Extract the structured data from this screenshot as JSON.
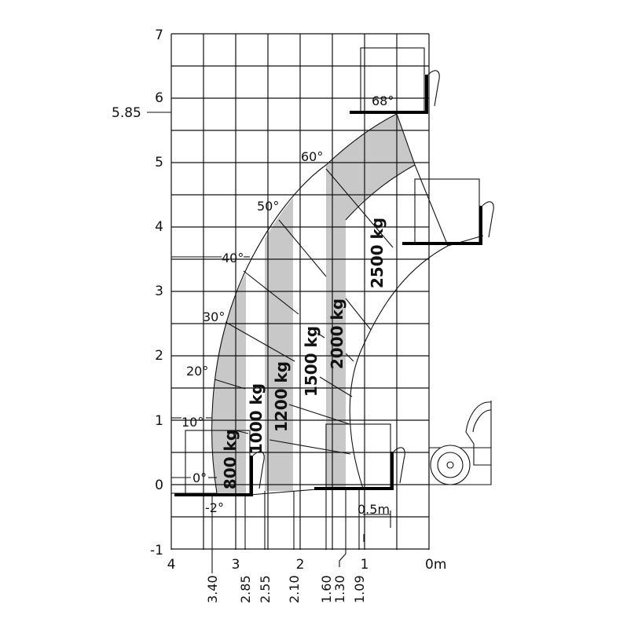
{
  "y_axis": {
    "ticks": [
      "7",
      "6",
      "5",
      "4",
      "3",
      "2",
      "1",
      "0",
      "-1"
    ],
    "max_height_label": "5.85"
  },
  "x_axis": {
    "ticks": [
      "4",
      "3",
      "2",
      "1",
      "0m"
    ]
  },
  "reach_marks": [
    "3.40",
    "2.85",
    "2.55",
    "2.10",
    "1.60",
    "1.30",
    "1.09"
  ],
  "angles": [
    "68°",
    "60°",
    "50°",
    "40°",
    "30°",
    "20°",
    "10°",
    "0°",
    "-2°"
  ],
  "loads": [
    "800 kg",
    "1000 kg",
    "1200 kg",
    "1500 kg",
    "2000 kg",
    "2500 kg"
  ],
  "fork_offset_label": "0.5m",
  "colors": {
    "band": "#c8c8c8",
    "line": "#111111"
  }
}
